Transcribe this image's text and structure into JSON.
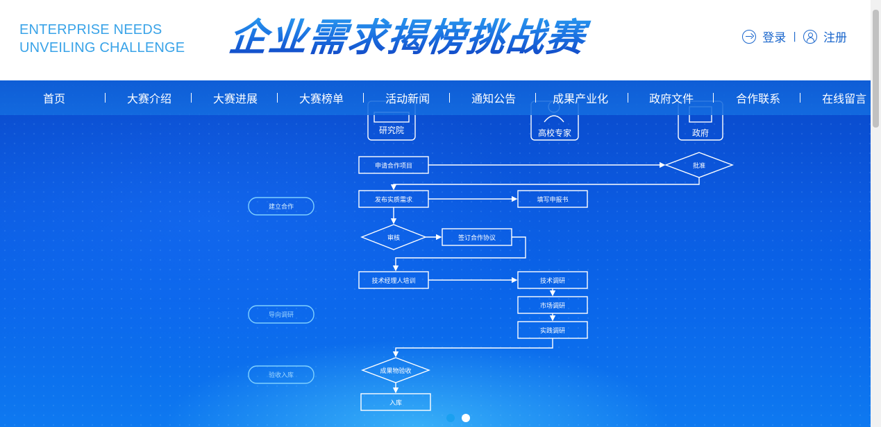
{
  "brand": {
    "en_line1": "ENTERPRISE NEEDS",
    "en_line2": "UNVEILING CHALLENGE",
    "cn_title": "企业需求揭榜挑战赛"
  },
  "auth": {
    "login": "登录",
    "separator": "|",
    "register": "注册",
    "login_icon": "arrow-circle-icon",
    "register_icon": "user-circle-icon"
  },
  "nav": {
    "items": [
      "首页",
      "大赛介绍",
      "大赛进展",
      "大赛榜单",
      "活动新闻",
      "通知公告",
      "成果产业化",
      "政府文件",
      "合作联系",
      "在线留言"
    ]
  },
  "banner": {
    "actors": [
      "研究院",
      "高校专家",
      "政府"
    ],
    "phases": [
      "建立合作",
      "导向调研",
      "验收入库"
    ],
    "steps": {
      "apply": "申请合作项目",
      "approve": "批准",
      "publish": "发布实质需求",
      "fill": "填写申报书",
      "review": "审核",
      "sign": "签订合作协议",
      "training": "技术经理人培训",
      "tech_research": "技术调研",
      "market_research": "市场调研",
      "practice_research": "实践调研",
      "acceptance": "成果物验收",
      "storage": "入库"
    },
    "slides": {
      "count": 2,
      "active": 1
    },
    "colors": {
      "dot_inactive": "#1aa0f0",
      "dot_active": "#ffffff"
    }
  }
}
